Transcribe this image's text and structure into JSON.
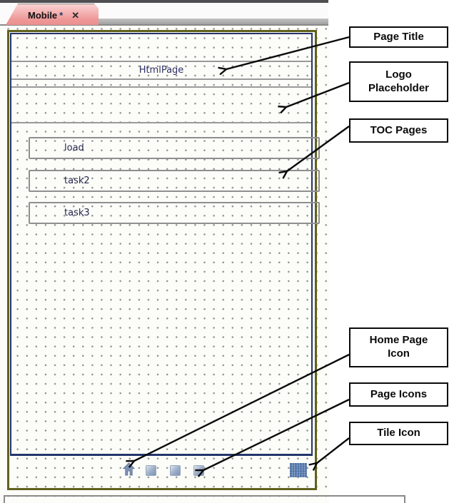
{
  "tab": {
    "title": "Mobile",
    "modified_marker": "*",
    "close_label": "✕"
  },
  "page": {
    "title": "HtmlPage",
    "toc_items": [
      {
        "label": "load"
      },
      {
        "label": "task2"
      },
      {
        "label": "task3"
      }
    ],
    "footer_icons": [
      {
        "name": "home-icon"
      },
      {
        "name": "page-icon"
      },
      {
        "name": "page-icon"
      },
      {
        "name": "page-icon"
      },
      {
        "name": "tile-icon"
      }
    ]
  },
  "callouts": [
    {
      "label": "Page Title"
    },
    {
      "label": "Logo Placeholder"
    },
    {
      "label": "TOC Pages"
    },
    {
      "label": "Home Page Icon"
    },
    {
      "label": "Page Icons"
    },
    {
      "label": "Tile Icon"
    }
  ],
  "colors": {
    "tab_fill": "#F2A0A0",
    "canvas_border": "#61611E",
    "page_border": "#23356B",
    "divider_gray": "#9A9A9A",
    "icon_blue": "#7E93B5",
    "tile_blue": "#4E73A8",
    "title_text": "#2E2E66"
  }
}
